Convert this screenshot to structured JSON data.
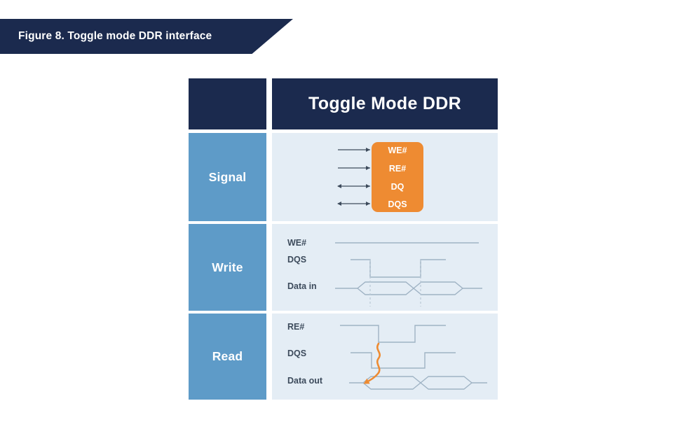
{
  "figure": {
    "caption": "Figure 8. Toggle mode DDR interface"
  },
  "table": {
    "header": {
      "corner_label": "",
      "title": "Toggle Mode DDR"
    },
    "rows": [
      {
        "label": "Signal",
        "kind": "signal-block",
        "signal_box": {
          "lines": [
            "WE#",
            "RE#",
            "DQ",
            "DQS"
          ],
          "color": "#ee8b32"
        },
        "arrows": [
          {
            "signal": "WE#",
            "direction": "right"
          },
          {
            "signal": "RE#",
            "direction": "right"
          },
          {
            "signal": "DQ",
            "direction": "both"
          },
          {
            "signal": "DQS",
            "direction": "both"
          }
        ]
      },
      {
        "label": "Write",
        "kind": "timing-diagram",
        "waveforms": [
          {
            "name": "WE#",
            "shape": "high-constant"
          },
          {
            "name": "DQS",
            "shape": "high-low-high"
          },
          {
            "name": "Data in",
            "shape": "two-data-cells"
          }
        ],
        "markers": "dotted-edge-guides"
      },
      {
        "label": "Read",
        "kind": "timing-diagram",
        "waveforms": [
          {
            "name": "RE#",
            "shape": "high-low-high"
          },
          {
            "name": "DQS",
            "shape": "high-low-high"
          },
          {
            "name": "Data out",
            "shape": "two-data-cells"
          }
        ],
        "annotation": {
          "type": "wavy-arrow",
          "color": "#ee8b32"
        }
      }
    ]
  },
  "colors": {
    "navy": "#1b2a4e",
    "row_label_blue": "#5e9bc8",
    "panel_bg": "#e4edf5",
    "accent_orange": "#ee8b32",
    "waveform_stroke": "#9fb3c4",
    "label_text": "#3d4b5c"
  }
}
